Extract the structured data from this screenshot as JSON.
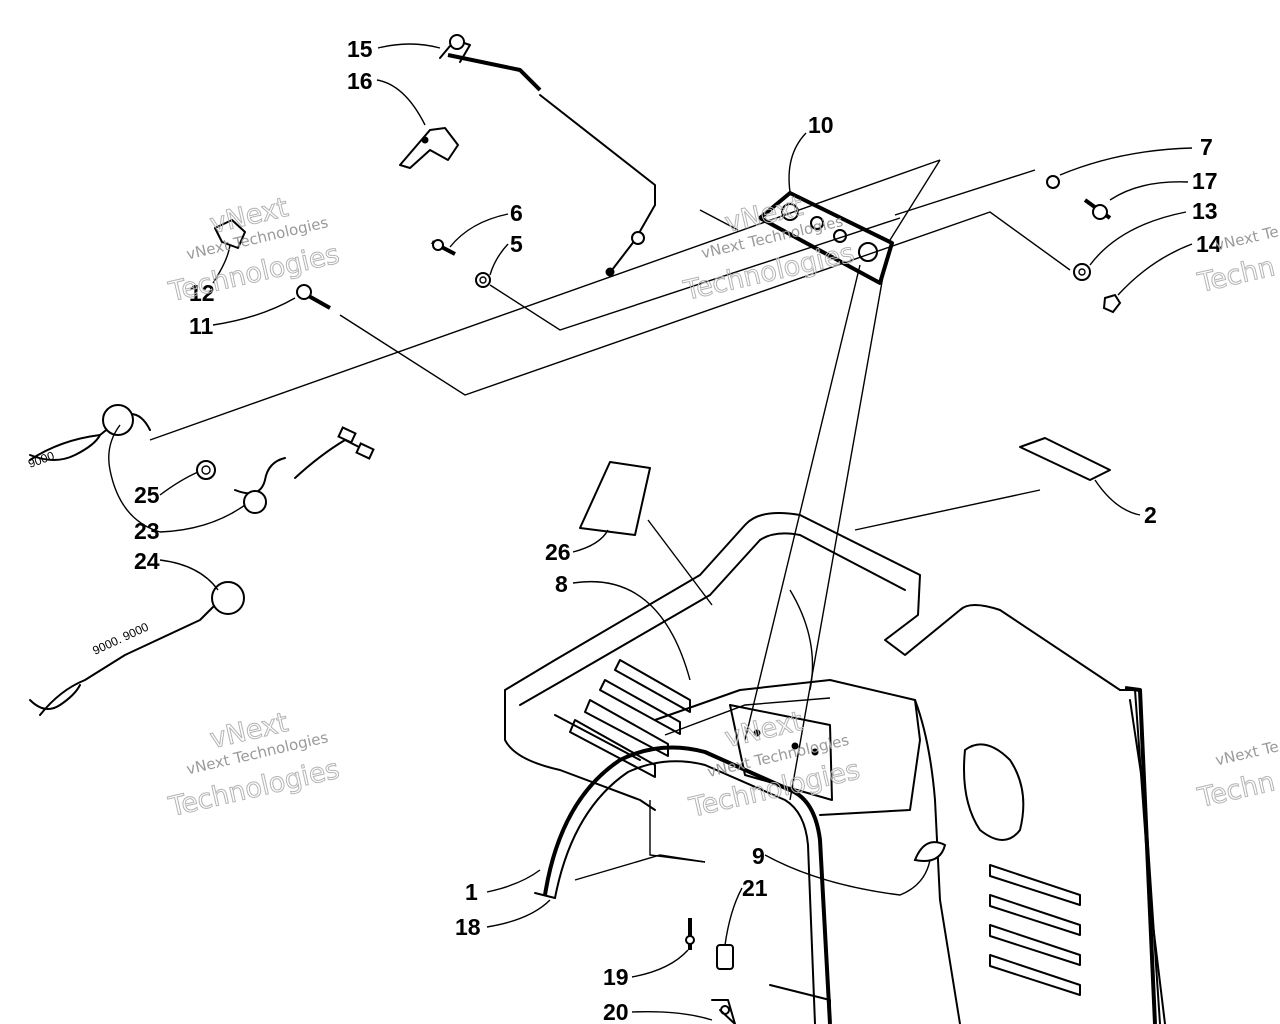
{
  "part_labels": {
    "p1": "1",
    "p2": "2",
    "p5": "5",
    "p6": "6",
    "p7": "7",
    "p8": "8",
    "p9": "9",
    "p10": "10",
    "p11": "11",
    "p12": "12",
    "p13": "13",
    "p14": "14",
    "p15": "15",
    "p16": "16",
    "p17": "17",
    "p18": "18",
    "p19": "19",
    "p20": "20",
    "p21": "21",
    "p23": "23",
    "p24": "24",
    "p25": "25",
    "p26": "26"
  },
  "watermark": {
    "brand": "vNext",
    "company": "vNext Technologies",
    "word": "Technologies",
    "right_edge": "vNext Te",
    "right_edge_big": "Techn"
  }
}
